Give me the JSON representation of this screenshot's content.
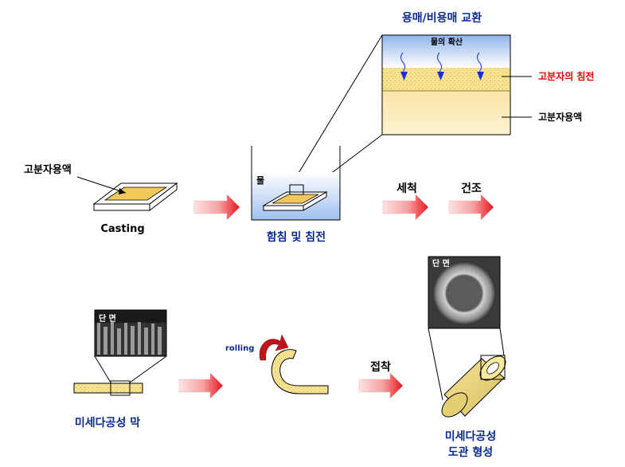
{
  "top_title": "용매/비용매 교환",
  "zoom_box": {
    "water_diffusion": "물의 확산",
    "precipitation_label": "고분자의 침전",
    "solution_label": "고분자용액"
  },
  "step1": {
    "tag": "고분자용액",
    "caption": "Casting"
  },
  "step2": {
    "water_label": "물",
    "caption": "함침 및 침전"
  },
  "step3": {
    "caption": "세척"
  },
  "step4": {
    "caption": "건조"
  },
  "membrane": {
    "cross_section": "단 면",
    "caption": "미세다공성 막"
  },
  "rolling": {
    "label": "rolling"
  },
  "bonding": {
    "caption": "접착"
  },
  "tube": {
    "cross_section": "단 면",
    "caption_line1": "미세다공성",
    "caption_line2": "도관 형성"
  },
  "colors": {
    "caption_blue": "#0b2a8f",
    "highlight_red": "#e00000",
    "arrow_gradient_start": "#fde0e0",
    "arrow_gradient_end": "#e8141c",
    "solution_fill": "#fbe9a8",
    "water_fill": "#cfe1f7",
    "sem_gray": "#6f6f6f"
  }
}
